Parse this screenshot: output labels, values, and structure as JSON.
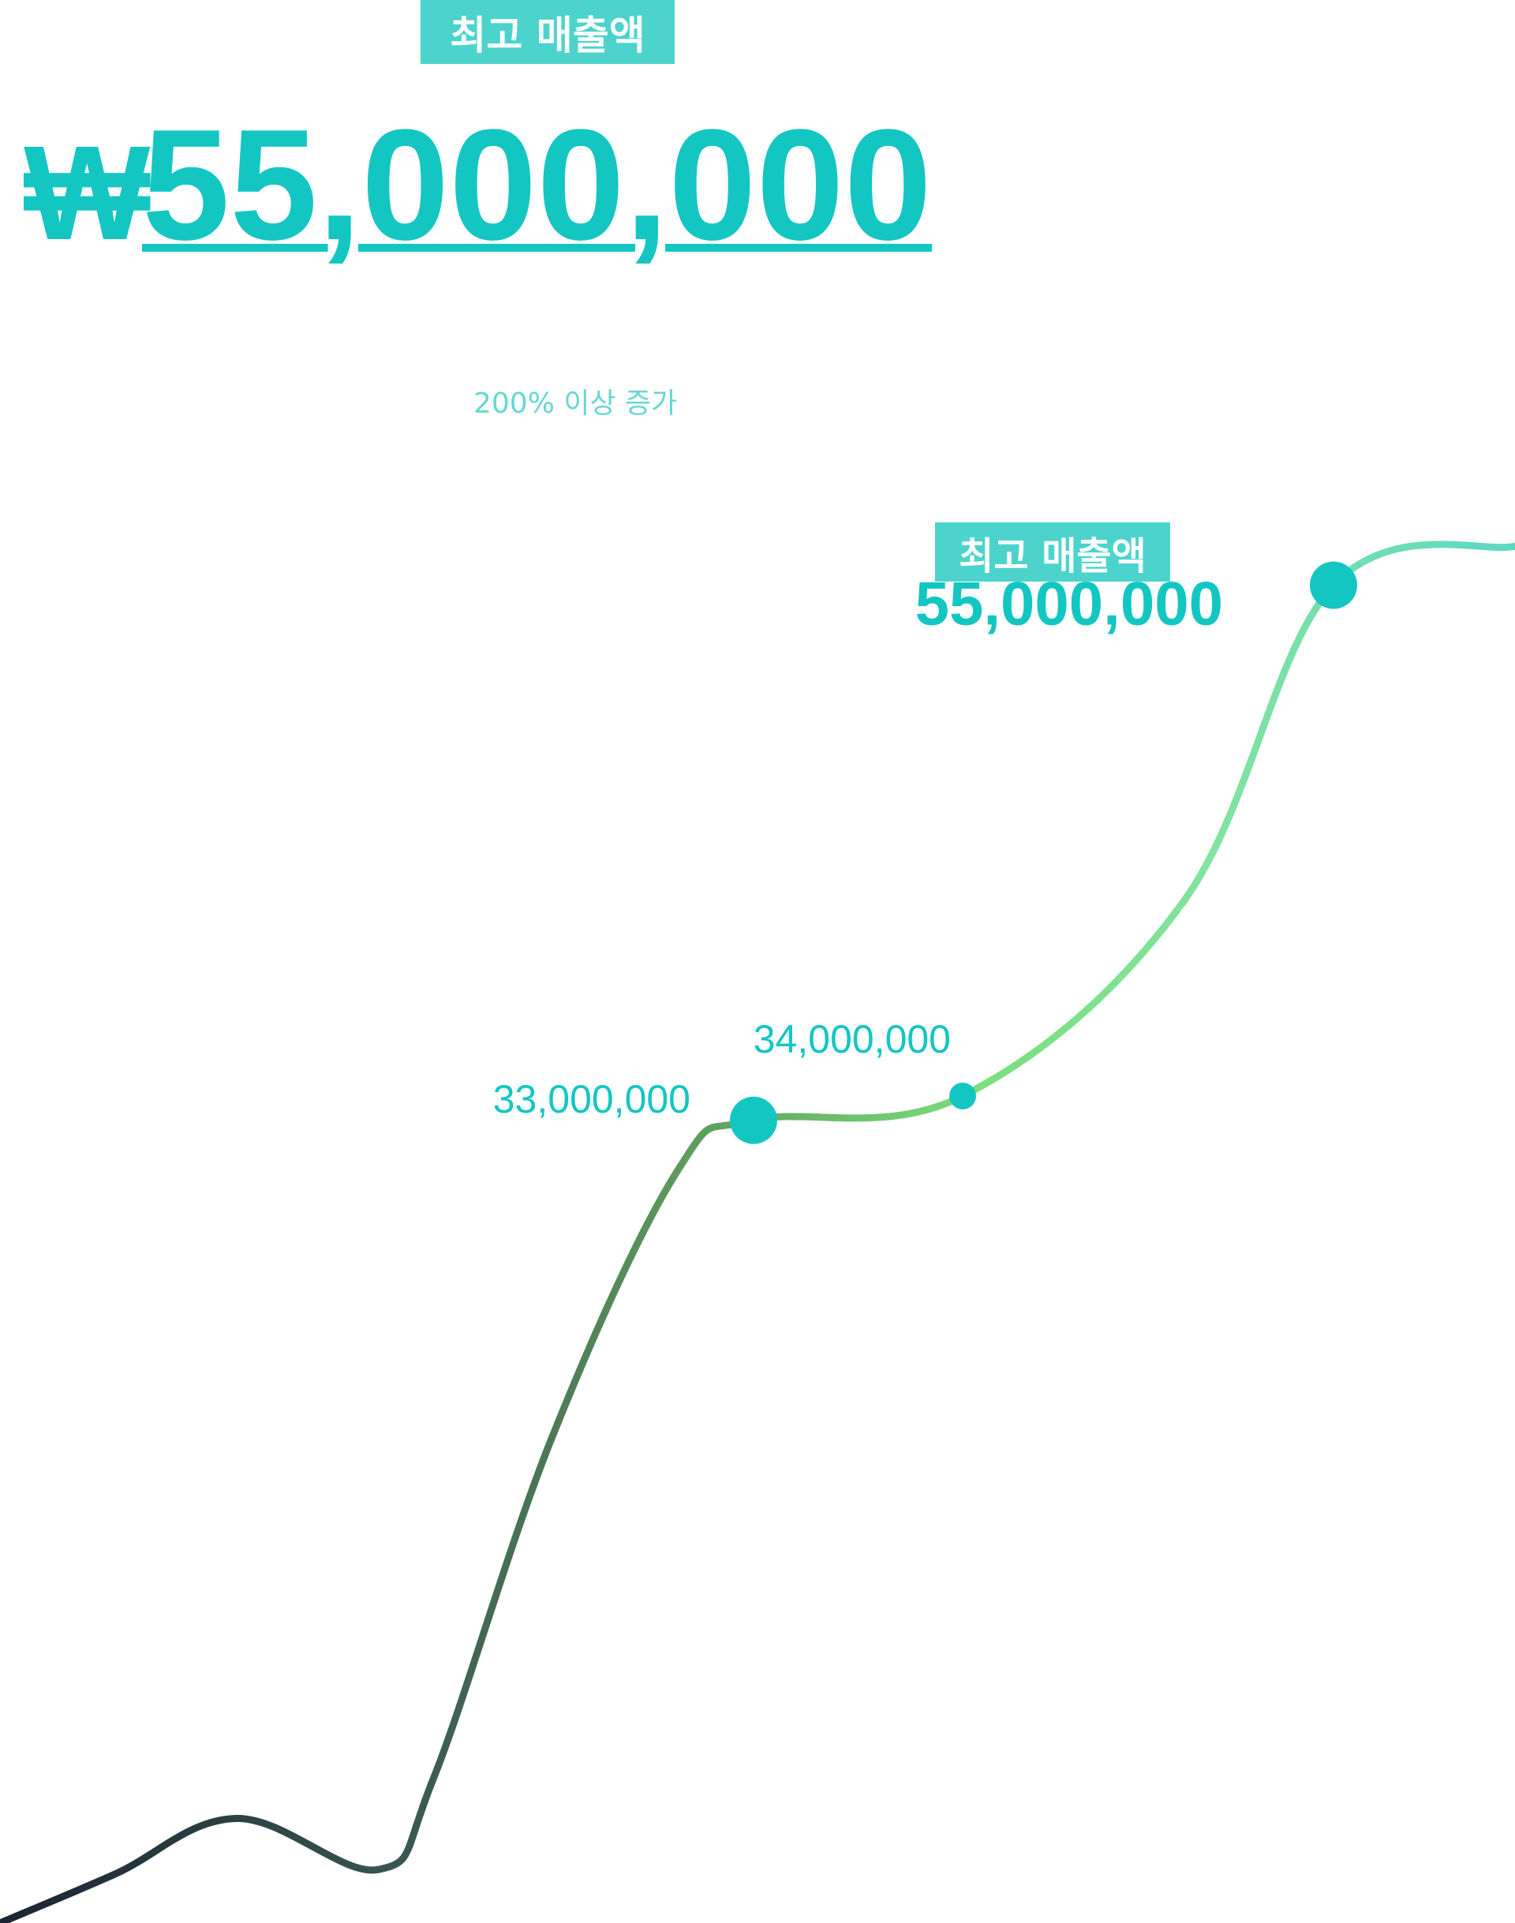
{
  "header": {
    "tag": "최고 매출액",
    "currency_symbol": "₩",
    "amount": "55,000,000",
    "growth_note": "200% 이상 증가"
  },
  "colors": {
    "accent": "#14c6c2",
    "tag_background": "#4cd4cc",
    "line_start": "#1b2333",
    "line_mid": "#4e7d57",
    "line_bright": "#7be07d",
    "line_end": "#5ed8c4"
  },
  "chart_data": {
    "type": "line",
    "title": "",
    "xlabel": "",
    "ylabel": "",
    "grid": false,
    "series": [
      {
        "values": [
          0,
          2000000,
          4300000,
          2200000,
          6000000,
          20000000,
          31000000,
          33000000,
          34000000,
          42000000,
          55000000,
          56600000
        ]
      }
    ],
    "point_labels": [
      {
        "label": "33,000,000",
        "point_index": 7
      },
      {
        "label": "34,000,000",
        "point_index": 8
      },
      {
        "label": "55,000,000",
        "point_index": 10,
        "tag": "최고 매출액"
      }
    ],
    "ylim": [
      0,
      57000000
    ]
  }
}
